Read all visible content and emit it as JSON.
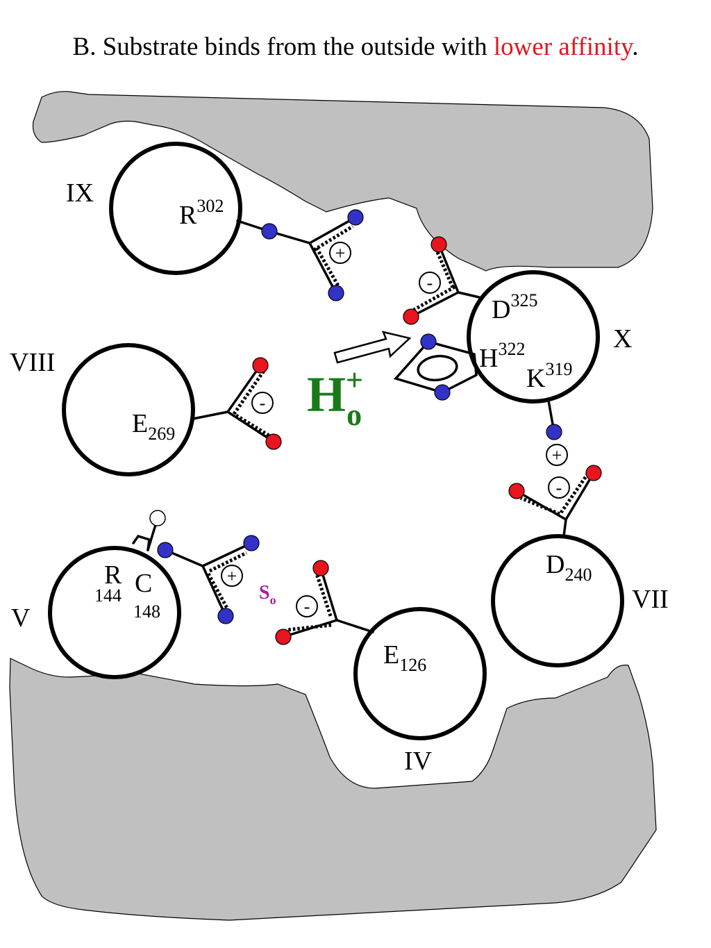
{
  "title": {
    "prefix": "B. Substrate binds from the outside with ",
    "highlight": "lower affinity",
    "suffix": "."
  },
  "colors": {
    "membrane": "#c0c0c0",
    "nitrogen": "#3232c8",
    "oxygen": "#e8141e",
    "hydrogen": "#ffffff",
    "proton": "#1a7a1a",
    "substrate": "#a020a0",
    "highlight": "#e8141e"
  },
  "helices": {
    "IX": "IX",
    "X": "X",
    "VIII": "VIII",
    "VII": "VII",
    "V": "V",
    "IV": "IV"
  },
  "residues": {
    "R302": {
      "letter": "R",
      "num": "302"
    },
    "D325": {
      "letter": "D",
      "num": "325"
    },
    "H322": {
      "letter": "H",
      "num": "322"
    },
    "K319": {
      "letter": "K",
      "num": "319"
    },
    "E269": {
      "letter": "E",
      "num": "269"
    },
    "D240": {
      "letter": "D",
      "num": "240"
    },
    "E126": {
      "letter": "E",
      "num": "126"
    },
    "R144": {
      "letter": "R",
      "num": "144"
    },
    "C148": {
      "letter": "C",
      "num": "148"
    }
  },
  "charges": {
    "plus": "+",
    "minus": "-"
  },
  "proton": {
    "label": "H",
    "sup": "+",
    "sub": "o"
  },
  "substrate": {
    "label": "S",
    "sub": "o"
  }
}
